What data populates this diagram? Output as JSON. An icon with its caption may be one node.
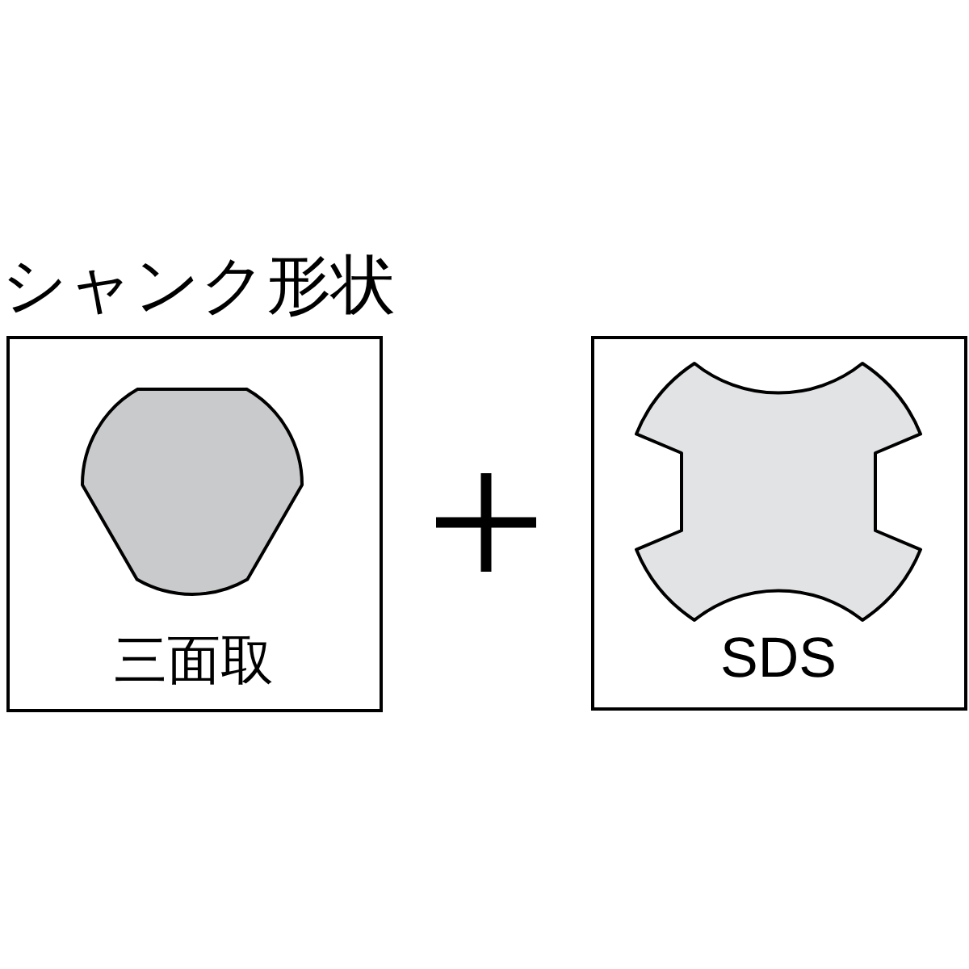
{
  "diagram": {
    "title": "シャンク形状",
    "nodes": [
      {
        "text": [
          "三面取"
        ]
      },
      {
        "text": [
          "SDS"
        ]
      }
    ]
  }
}
